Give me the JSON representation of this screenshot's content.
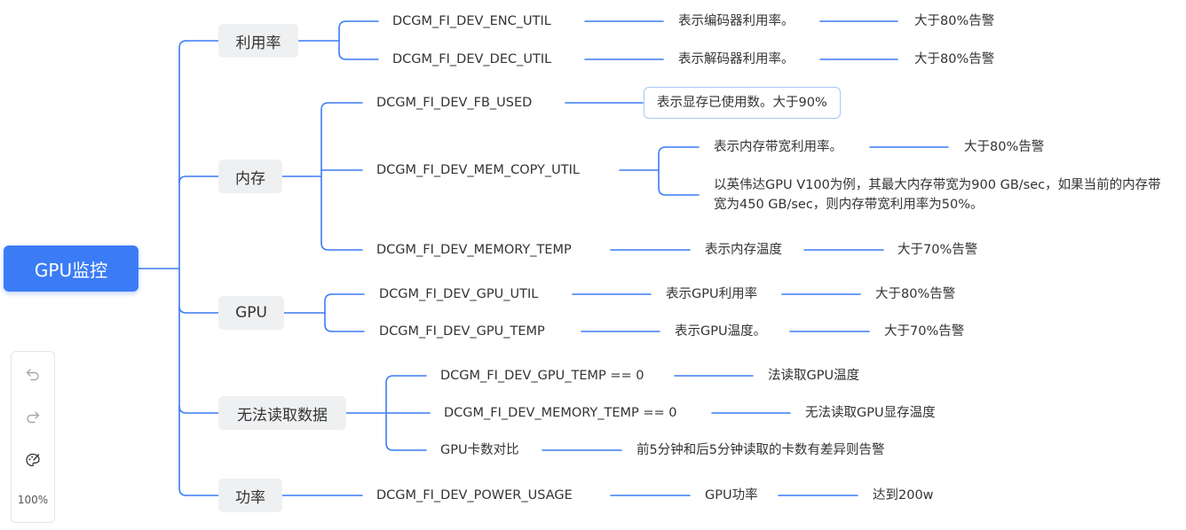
{
  "root": "GPU监控",
  "categories": [
    {
      "label": "利用率"
    },
    {
      "label": "内存"
    },
    {
      "label": "GPU"
    },
    {
      "label": "无法读取数据"
    },
    {
      "label": "功率"
    }
  ],
  "util": {
    "enc": {
      "metric": "DCGM_FI_DEV_ENC_UTIL",
      "desc": "表示编码器利用率。",
      "alert": "大于80%告警"
    },
    "dec": {
      "metric": "DCGM_FI_DEV_DEC_UTIL",
      "desc": "表示解码器利用率。",
      "alert": "大于80%告警"
    }
  },
  "memory": {
    "fb": {
      "metric": "DCGM_FI_DEV_FB_USED",
      "desc": "表示显存已使用数。大于90%"
    },
    "copy": {
      "metric": "DCGM_FI_DEV_MEM_COPY_UTIL",
      "desc": "表示内存带宽利用率。",
      "alert": "大于80%告警",
      "example": "以英伟达GPU V100为例，其最大内存带宽为900 GB/sec，如果当前的内存带宽为450 GB/sec，则内存带宽利用率为50%。"
    },
    "temp": {
      "metric": "DCGM_FI_DEV_MEMORY_TEMP",
      "desc": "表示内存温度",
      "alert": "大于70%告警"
    }
  },
  "gpu": {
    "util": {
      "metric": "DCGM_FI_DEV_GPU_UTIL",
      "desc": "表示GPU利用率",
      "alert": "大于80%告警"
    },
    "temp": {
      "metric": "DCGM_FI_DEV_GPU_TEMP",
      "desc": "表示GPU温度。",
      "alert": "大于70%告警"
    }
  },
  "unreadable": {
    "gpu_temp": {
      "metric": "DCGM_FI_DEV_GPU_TEMP == 0",
      "desc": "法读取GPU温度"
    },
    "mem_temp": {
      "metric": "DCGM_FI_DEV_MEMORY_TEMP == 0",
      "desc": "无法读取GPU显存温度"
    },
    "card_count": {
      "metric": "GPU卡数对比",
      "desc": "前5分钟和后5分钟读取的卡数有差异则告警"
    }
  },
  "power": {
    "metric": "DCGM_FI_DEV_POWER_USAGE",
    "desc": "GPU功率",
    "alert": "达到200w"
  },
  "toolbar": {
    "undo_icon": "undo-icon",
    "redo_icon": "redo-icon",
    "theme_icon": "palette-icon",
    "zoom": "100%"
  },
  "colors": {
    "accent": "#3B7CF6",
    "line": "#3B7CF6",
    "category_bg": "#EFF0F2",
    "boxed_border": "#A9C7F7"
  }
}
